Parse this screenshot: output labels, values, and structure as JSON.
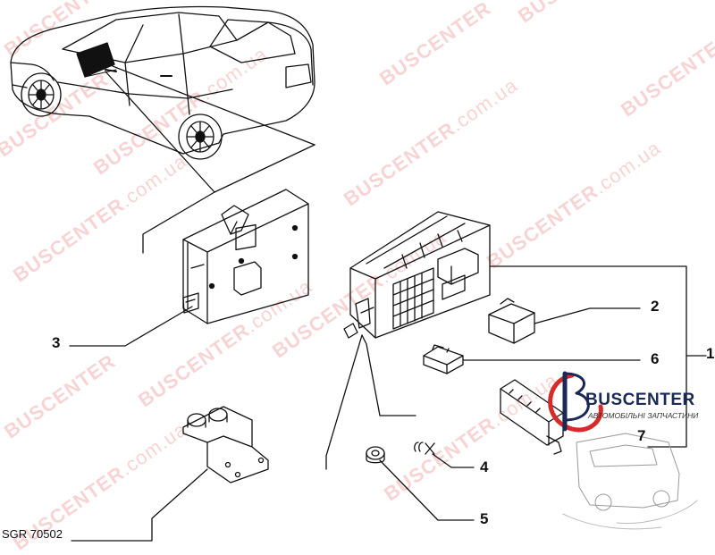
{
  "callouts": {
    "c1": "1",
    "c2": "2",
    "c3": "3",
    "c4": "4",
    "c5": "5",
    "c6": "6",
    "c7": "7"
  },
  "drawing_ref": "SGR 70502",
  "logo": {
    "name": "BUSCENTER",
    "tagline": "АВТОМОБІЛЬНІ ЗАПЧАСТИНИ"
  },
  "watermark": {
    "brand": "BUSCENTER",
    "domain": ".com.ua"
  },
  "colors": {
    "line": "#111111",
    "watermark": "#e23b3b",
    "logo_red": "#d42b2b",
    "logo_blue": "#1a2a55"
  }
}
